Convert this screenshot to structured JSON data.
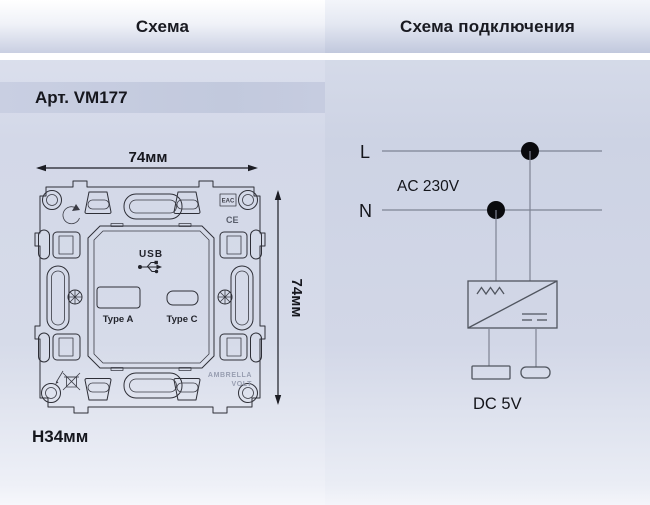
{
  "header": {
    "left_title": "Схема",
    "right_title": "Схема подключения"
  },
  "left_panel": {
    "article": "Арт. VM177",
    "dimensions": {
      "width": "74мм",
      "height": "74мм",
      "depth": "H34мм"
    },
    "device": {
      "usb_label": "USB",
      "port_a_label": "Type A",
      "port_c_label": "Type C",
      "brand_line1": "AMBRELLA",
      "brand_line2": "VOLT",
      "eac_mark": "EAC",
      "ce_mark": "CE"
    }
  },
  "right_panel": {
    "live_label": "L",
    "neutral_label": "N",
    "input_label": "AC 230V",
    "output_label": "DC 5V"
  },
  "icons": {
    "usb_trident": "usb-trident-icon",
    "weee_bin": "crossed-out-bin-icon",
    "rotate_arrow": "rotate-arrow-icon",
    "ac_wave": "ac-sine-symbol",
    "dc_lines": "dc-symbol"
  },
  "colors": {
    "background_top": "#e0e4f0",
    "background_mid": "#d3d8e8",
    "header_gradient_bottom": "#c9cfe2",
    "article_band": "#c2c9dd",
    "drawing_stroke": "#2e2f37",
    "wire_gray": "#7e8393",
    "node_black": "#0a0a0e",
    "text_dark": "#16171e"
  }
}
